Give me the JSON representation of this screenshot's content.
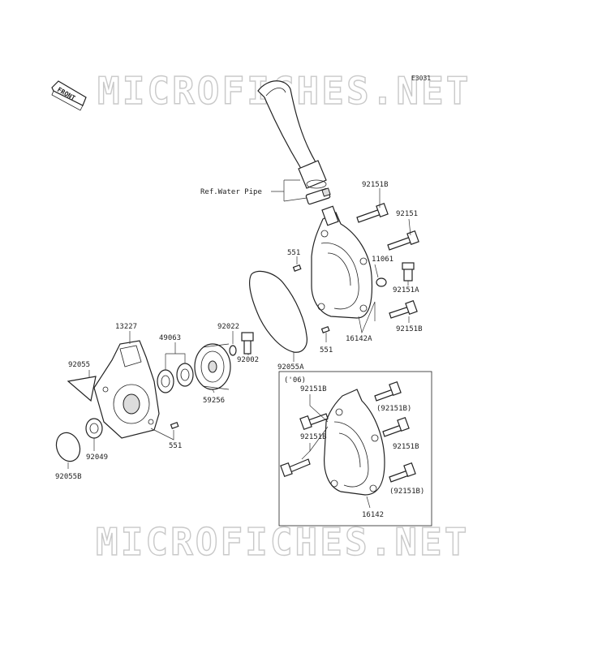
{
  "diagram_code": "E3031",
  "front_label": "FRONT",
  "watermark_top": "MICROFICHES.NET",
  "watermark_bottom": "MICROFICHES.NET",
  "ref_water_pipe": "Ref.Water Pipe",
  "inset_year": "('06)",
  "labels": {
    "p92151B_top": "92151B",
    "p92151": "92151",
    "p11061": "11061",
    "p92151A": "92151A",
    "p92151B_mid": "92151B",
    "p16142A": "16142A",
    "p551_top": "551",
    "p551_mid": "551",
    "p92055A": "92055A",
    "p92022": "92022",
    "p92002": "92002",
    "p49063": "49063",
    "p13227": "13227",
    "p92055": "92055",
    "p59256": "59256",
    "p551_low": "551",
    "p92049": "92049",
    "p92055B": "92055B",
    "inset_92151B_a": "92151B",
    "inset_92151B_paren1": "(92151B)",
    "inset_92151B_b": "92151B",
    "inset_92151B_c": "92151B",
    "inset_92151B_paren2": "(92151B)",
    "inset_16142": "16142"
  }
}
